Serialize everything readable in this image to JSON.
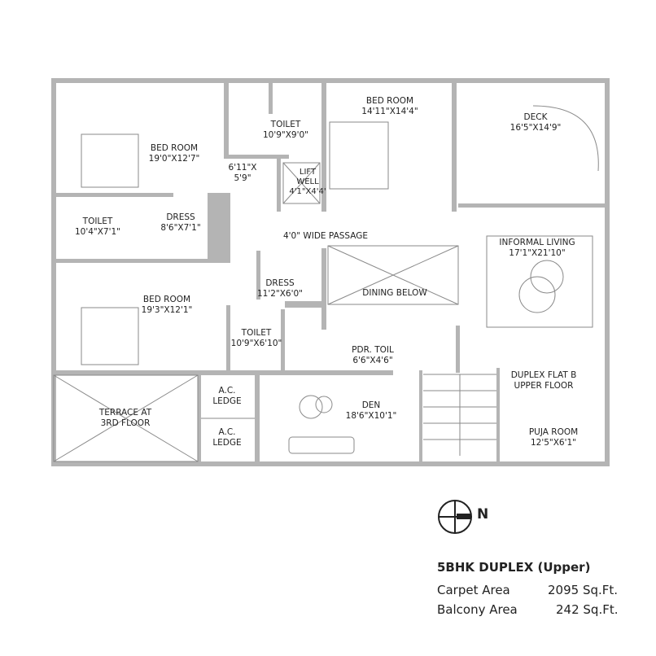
{
  "plan": {
    "rooms": [
      {
        "name": "BED ROOM",
        "size": "19'0\"X12'7\""
      },
      {
        "name": "TOILET",
        "size": "10'9\"X9'0\""
      },
      {
        "name": "BED ROOM",
        "size": "14'11\"X14'4\""
      },
      {
        "name": "DECK",
        "size": "16'5\"X14'9\""
      },
      {
        "name": "6'11\"X",
        "size": "5'9\""
      },
      {
        "name": "LIFT WELL",
        "size": "4'1\"X4'4'"
      },
      {
        "name": "TOILET",
        "size": "10'4\"X7'1\""
      },
      {
        "name": "DRESS",
        "size": "8'6\"X7'1\""
      },
      {
        "name": "INFORMAL LIVING",
        "size": "17'1\"X21'10\""
      },
      {
        "name": "DRESS",
        "size": "11'2\"X6'0\""
      },
      {
        "name": "BED ROOM",
        "size": "19'3\"X12'1\""
      },
      {
        "name": "TOILET",
        "size": "10'9\"X6'10\""
      },
      {
        "name": "PDR. TOIL",
        "size": "6'6\"X4'6\""
      },
      {
        "name": "DUPLEX FLAT B",
        "size": "UPPER FLOOR"
      },
      {
        "name": "TERRACE AT",
        "size": "3RD FLOOR"
      },
      {
        "name": "A.C.",
        "size": "LEDGE"
      },
      {
        "name": "A.C.",
        "size": "LEDGE"
      },
      {
        "name": "DEN",
        "size": "18'6\"X10'1\""
      },
      {
        "name": "PUJA ROOM",
        "size": "12'5\"X6'1\""
      }
    ],
    "passage": "4'0\" WIDE PASSAGE",
    "dining": "DINING BELOW"
  },
  "compass": {
    "label": "N"
  },
  "info": {
    "title": "5BHK DUPLEX (Upper)",
    "carpet_label": "Carpet Area",
    "carpet_value": "2095 Sq.Ft.",
    "balcony_label": "Balcony Area",
    "balcony_value": "242 Sq.Ft."
  },
  "colors": {
    "wall": "#b4b4b4",
    "line": "#8a8a8a",
    "text": "#222222"
  }
}
